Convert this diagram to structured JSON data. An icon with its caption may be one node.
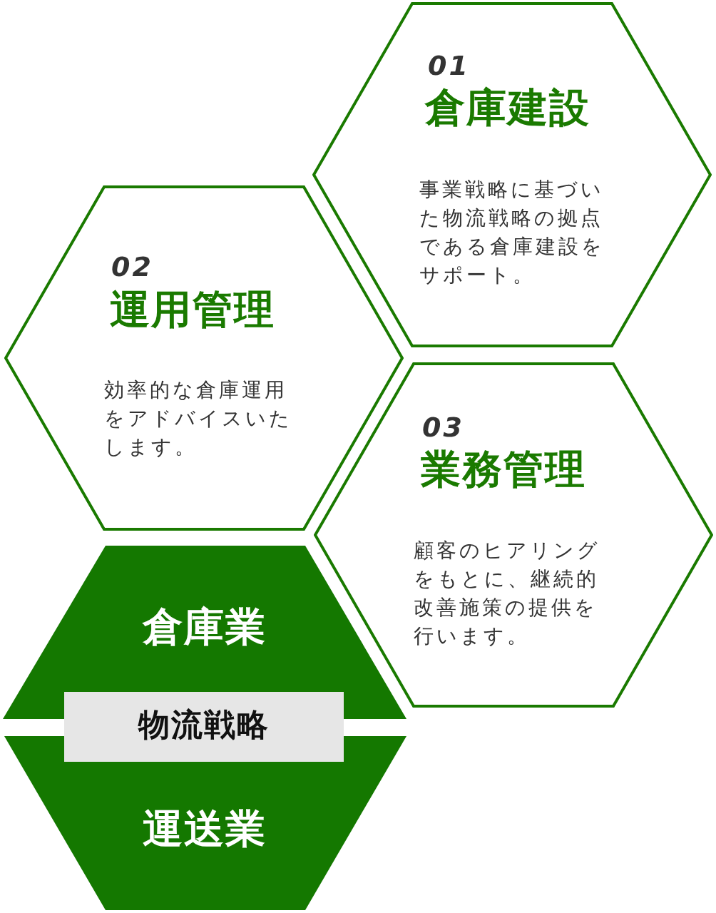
{
  "diagram": {
    "nodes": [
      {
        "text": [
          "01",
          "倉庫建設",
          "事業戦略に基づいた物流戦略の拠点である倉庫建設をサポート。"
        ]
      },
      {
        "text": [
          "02",
          "運用管理",
          "効率的な倉庫運用をアドバイスいたします。"
        ]
      },
      {
        "text": [
          "03",
          "業務管理",
          "顧客のヒアリングをもとに、継続的改善施策の提供を行います。"
        ]
      },
      {
        "text": [
          "倉庫業"
        ]
      },
      {
        "text": [
          "物流戦略"
        ]
      },
      {
        "text": [
          "運送業"
        ]
      }
    ]
  }
}
